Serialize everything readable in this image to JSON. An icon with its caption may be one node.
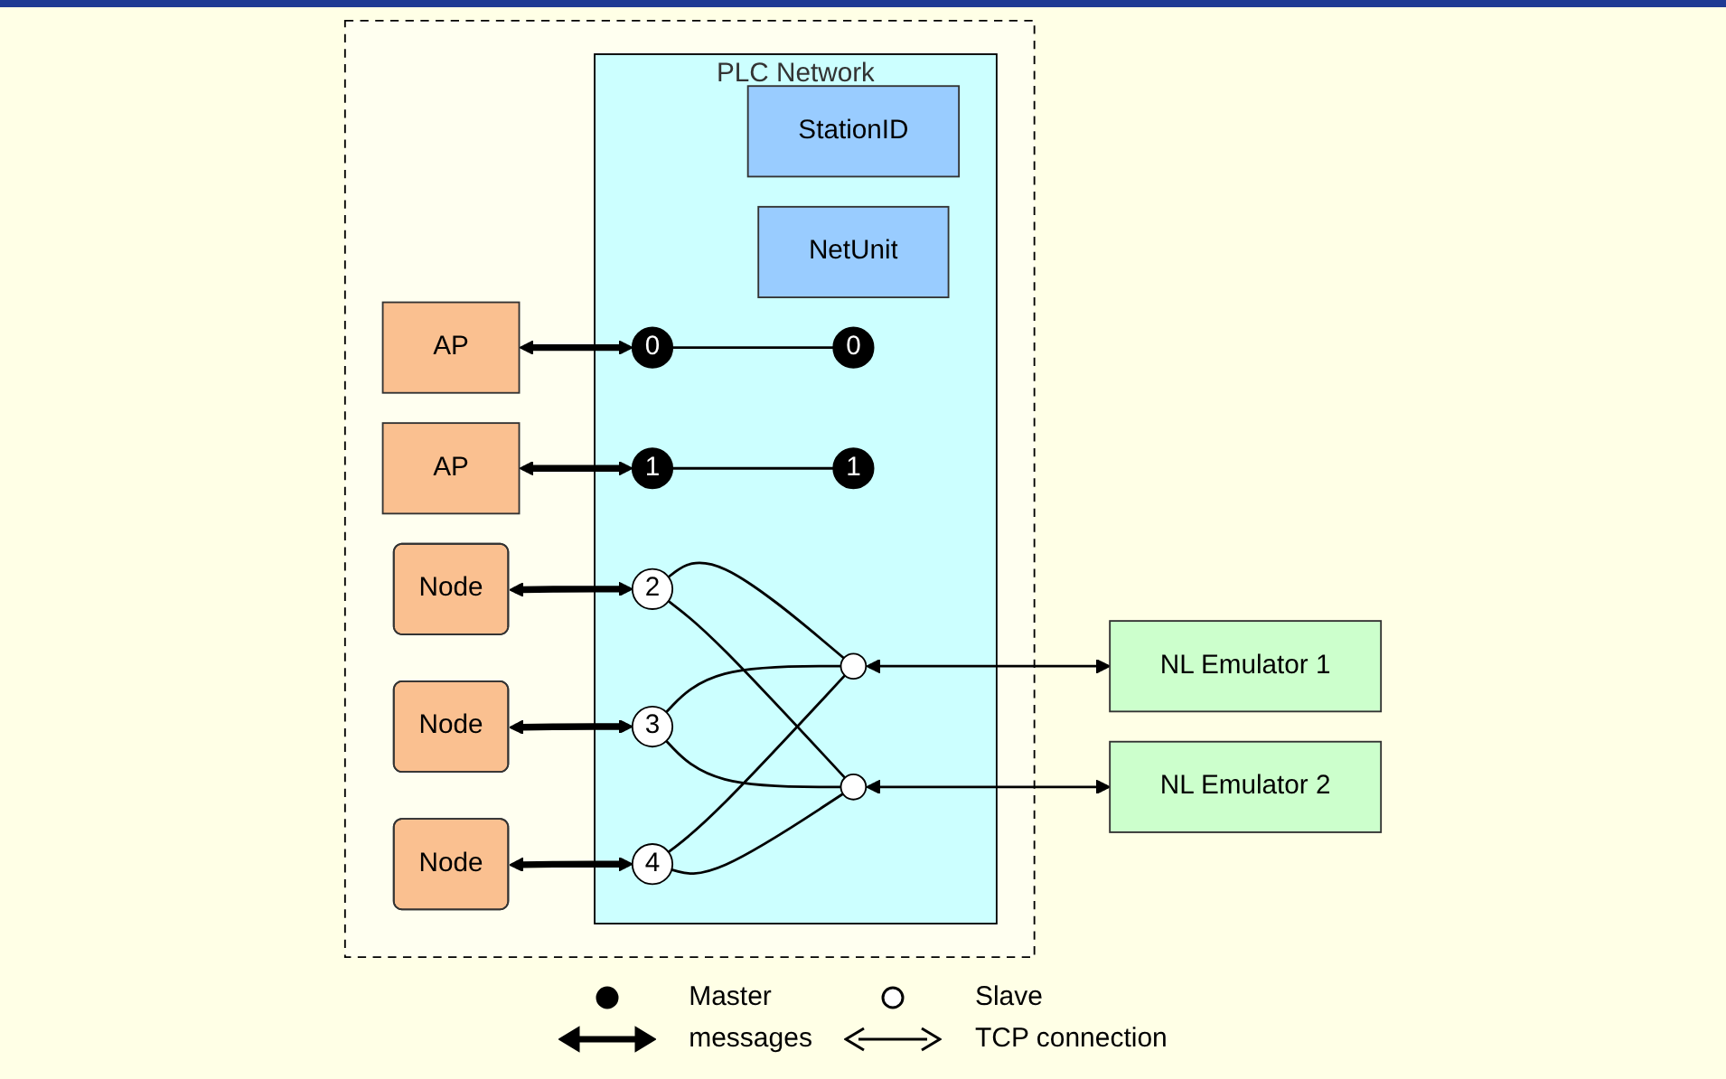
{
  "diagram": {
    "nodes": [
      {
        "text": [],
        "shape": "box"
      },
      {
        "text": [
          "AP"
        ],
        "in": 0
      },
      {
        "text": [
          "AP"
        ],
        "in": 0
      },
      {
        "text": [
          "Node"
        ],
        "in": 0
      },
      {
        "text": [
          "Node"
        ],
        "in": 0
      },
      {
        "text": [
          "Node"
        ],
        "in": 0
      },
      {
        "text": [
          "PLC Network"
        ],
        "in": 0
      },
      {
        "text": [
          "0"
        ],
        "in": 6
      },
      {
        "text": [
          "1"
        ],
        "in": 6
      },
      {
        "text": [
          "2"
        ],
        "in": 6
      },
      {
        "text": [
          "3"
        ],
        "in": 6
      },
      {
        "text": [
          "4"
        ],
        "in": 6
      },
      {
        "text": [
          "0"
        ],
        "in": 6
      },
      {
        "text": [],
        "shape": "circle",
        "in": 6
      },
      {
        "text": [
          "1"
        ],
        "in": 6
      },
      {
        "text": [],
        "shape": "circle",
        "in": 6
      },
      {
        "text": [
          "StationID"
        ],
        "in": 6
      },
      {
        "text": [
          "NetUnit"
        ],
        "in": 6
      },
      {
        "text": [
          "NL Emulator 1"
        ]
      },
      {
        "text": [
          "NL Emulator 2"
        ]
      }
    ],
    "edges": [
      {
        "from": 1,
        "to": 7,
        "arrow": "both",
        "style": "thick"
      },
      {
        "from": 2,
        "to": 8,
        "arrow": "both",
        "style": "thick"
      },
      {
        "from": 3,
        "to": 9,
        "arrow": "both",
        "style": "thick"
      },
      {
        "from": 4,
        "to": 10,
        "arrow": "both",
        "style": "thick"
      },
      {
        "from": 5,
        "to": 11,
        "arrow": "both",
        "style": "thick"
      },
      {
        "from": 7,
        "to": 12,
        "arrow": "none"
      },
      {
        "from": 8,
        "to": 14,
        "arrow": "none"
      },
      {
        "from": 9,
        "to": 13,
        "arrow": "none"
      },
      {
        "from": 9,
        "to": 15,
        "arrow": "none"
      },
      {
        "from": 10,
        "to": 13,
        "arrow": "none"
      },
      {
        "from": 10,
        "to": 15,
        "arrow": "none"
      },
      {
        "from": 11,
        "to": 13,
        "arrow": "none"
      },
      {
        "from": 11,
        "to": 15,
        "arrow": "none"
      },
      {
        "from": 13,
        "to": 18,
        "arrow": "both"
      },
      {
        "from": 15,
        "to": 19,
        "arrow": "both"
      }
    ],
    "legend": [
      {
        "text": "Master"
      },
      {
        "text": "Slave"
      },
      {
        "text": "messages"
      },
      {
        "text": "TCP connection"
      }
    ]
  }
}
